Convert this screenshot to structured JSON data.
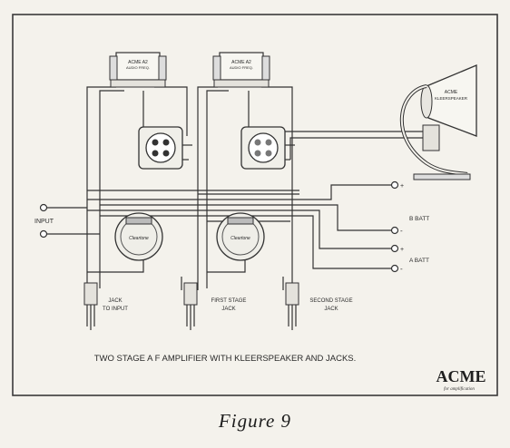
{
  "diagram": {
    "title": "TWO STAGE A F AMPLIFIER WITH KLEERSPEAKER AND JACKS.",
    "input_label": "INPUT",
    "transformer1": {
      "line1": "ACME A2",
      "line2": "AUDIO FREQ."
    },
    "transformer2": {
      "line1": "ACME A2",
      "line2": "AUDIO FREQ."
    },
    "speaker": {
      "line1": "ACME",
      "line2": "KLEERSPEAKER"
    },
    "rheostat_label": "Cleartone",
    "terminals": {
      "b_batt": "B BATT",
      "a_batt": "A BATT",
      "plus": "+",
      "minus": "-"
    },
    "jacks": {
      "input": {
        "line1": "JACK",
        "line2": "TO INPUT"
      },
      "first": {
        "line1": "FIRST STAGE",
        "line2": "JACK"
      },
      "second": {
        "line1": "SECOND STAGE",
        "line2": "JACK"
      }
    },
    "logo": {
      "name": "ACME",
      "tagline": "for amplification"
    }
  },
  "caption": "Figure 9"
}
